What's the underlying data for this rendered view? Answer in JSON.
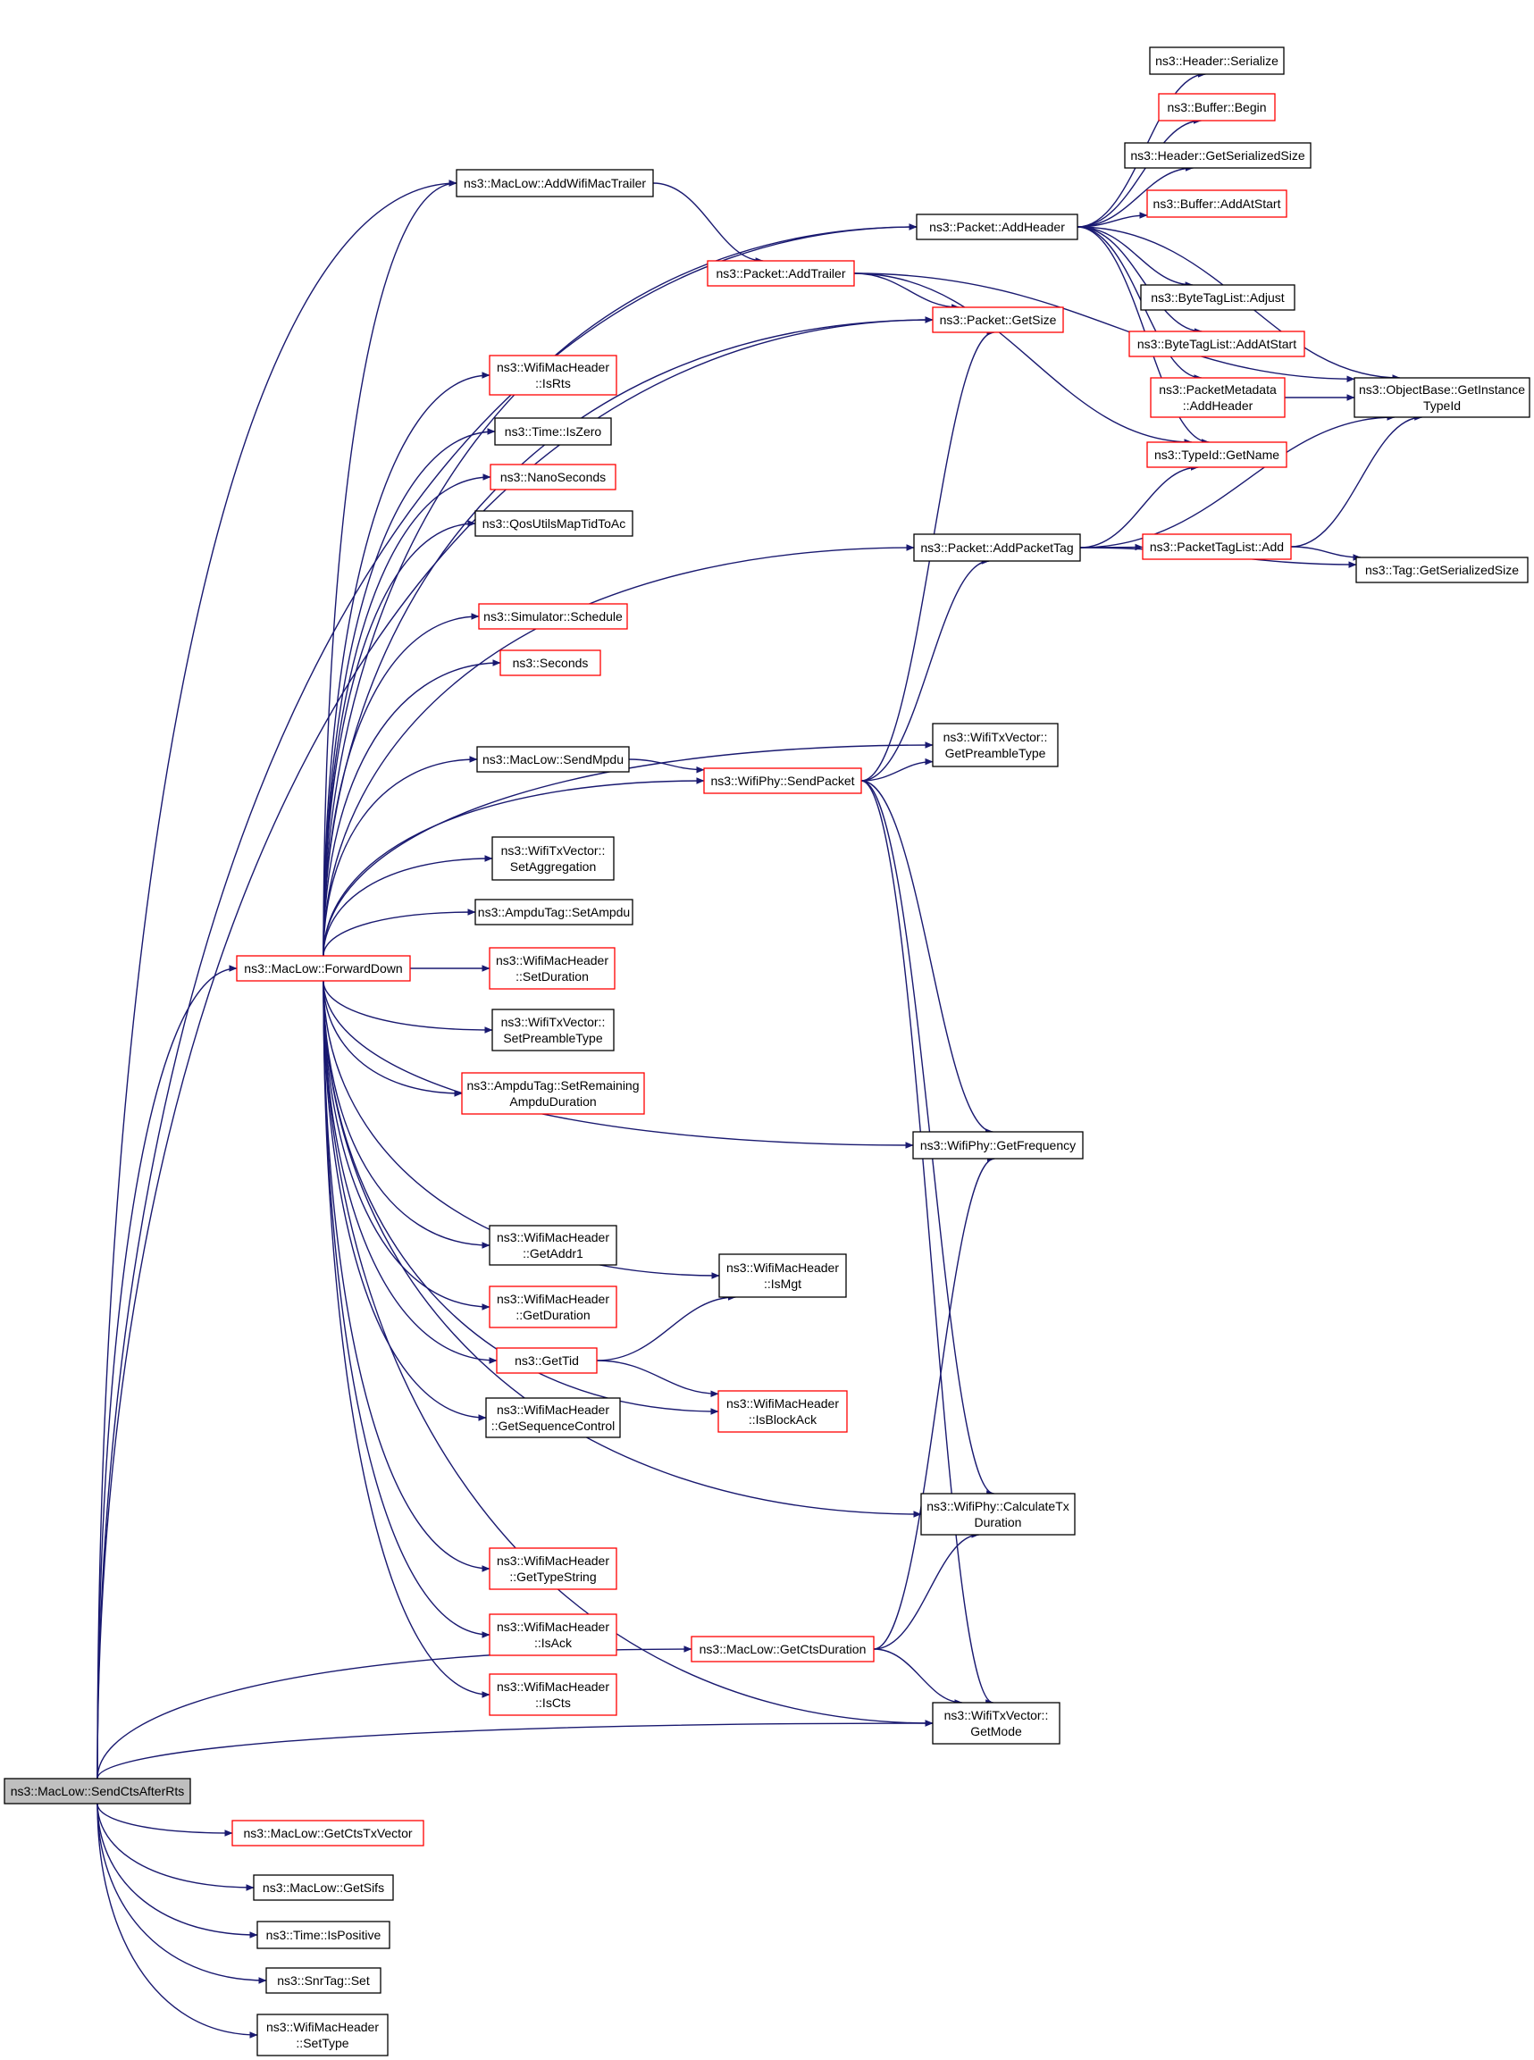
{
  "colors": {
    "edge": "#191970",
    "node_border": "#000000",
    "node_border_undocumented": "#ff0000",
    "root_fill": "#bfbfbf",
    "node_fill": "#ffffff"
  },
  "nodes": [
    {
      "id": "root",
      "lines": [
        "ns3::MacLow::SendCtsAfterRts"
      ],
      "style": "root"
    },
    {
      "id": "addwifimactrailer",
      "lines": [
        "ns3::MacLow::AddWifiMacTrailer"
      ],
      "style": "normal"
    },
    {
      "id": "packet_addheader",
      "lines": [
        "ns3::Packet::AddHeader"
      ],
      "style": "normal"
    },
    {
      "id": "packet_addtrailer",
      "lines": [
        "ns3::Packet::AddTrailer"
      ],
      "style": "red"
    },
    {
      "id": "packet_getsize",
      "lines": [
        "ns3::Packet::GetSize"
      ],
      "style": "red"
    },
    {
      "id": "header_serialize",
      "lines": [
        "ns3::Header::Serialize"
      ],
      "style": "normal"
    },
    {
      "id": "buffer_begin",
      "lines": [
        "ns3::Buffer::Begin"
      ],
      "style": "red"
    },
    {
      "id": "header_getserializedsize",
      "lines": [
        "ns3::Header::GetSerializedSize"
      ],
      "style": "normal"
    },
    {
      "id": "buffer_addatstart",
      "lines": [
        "ns3::Buffer::AddAtStart"
      ],
      "style": "red"
    },
    {
      "id": "bytetaglist_adjust",
      "lines": [
        "ns3::ByteTagList::Adjust"
      ],
      "style": "normal"
    },
    {
      "id": "bytetaglist_addatstart",
      "lines": [
        "ns3::ByteTagList::AddAtStart"
      ],
      "style": "red"
    },
    {
      "id": "packetmetadata_addheader",
      "lines": [
        "ns3::PacketMetadata",
        "::AddHeader"
      ],
      "style": "red"
    },
    {
      "id": "objectbase_getinstancetypeid",
      "lines": [
        "ns3::ObjectBase::GetInstance",
        "TypeId"
      ],
      "style": "normal"
    },
    {
      "id": "typeid_getname",
      "lines": [
        "ns3::TypeId::GetName"
      ],
      "style": "red"
    },
    {
      "id": "isrts",
      "lines": [
        "ns3::WifiMacHeader",
        "::IsRts"
      ],
      "style": "red"
    },
    {
      "id": "time_iszero",
      "lines": [
        "ns3::Time::IsZero"
      ],
      "style": "normal"
    },
    {
      "id": "nanoseconds",
      "lines": [
        "ns3::NanoSeconds"
      ],
      "style": "red"
    },
    {
      "id": "qosutilsmaptidtoac",
      "lines": [
        "ns3::QosUtilsMapTidToAc"
      ],
      "style": "normal"
    },
    {
      "id": "packet_addpackettag",
      "lines": [
        "ns3::Packet::AddPacketTag"
      ],
      "style": "normal"
    },
    {
      "id": "packettaglist_add",
      "lines": [
        "ns3::PacketTagList::Add"
      ],
      "style": "red"
    },
    {
      "id": "tag_getserializedsize",
      "lines": [
        "ns3::Tag::GetSerializedSize"
      ],
      "style": "normal"
    },
    {
      "id": "simulator_schedule",
      "lines": [
        "ns3::Simulator::Schedule"
      ],
      "style": "red"
    },
    {
      "id": "seconds",
      "lines": [
        "ns3::Seconds"
      ],
      "style": "red"
    },
    {
      "id": "sendmpdu",
      "lines": [
        "ns3::MacLow::SendMpdu"
      ],
      "style": "normal"
    },
    {
      "id": "wifiphy_sendpacket",
      "lines": [
        "ns3::WifiPhy::SendPacket"
      ],
      "style": "red"
    },
    {
      "id": "getpreambletype",
      "lines": [
        "ns3::WifiTxVector::",
        "GetPreambleType"
      ],
      "style": "normal"
    },
    {
      "id": "setaggregation",
      "lines": [
        "ns3::WifiTxVector::",
        "SetAggregation"
      ],
      "style": "normal"
    },
    {
      "id": "ampdutag_setampdu",
      "lines": [
        "ns3::AmpduTag::SetAmpdu"
      ],
      "style": "normal"
    },
    {
      "id": "forwarddown",
      "lines": [
        "ns3::MacLow::ForwardDown"
      ],
      "style": "red"
    },
    {
      "id": "setduration",
      "lines": [
        "ns3::WifiMacHeader",
        "::SetDuration"
      ],
      "style": "red"
    },
    {
      "id": "setpreambletype",
      "lines": [
        "ns3::WifiTxVector::",
        "SetPreambleType"
      ],
      "style": "normal"
    },
    {
      "id": "setremainingampduduration",
      "lines": [
        "ns3::AmpduTag::SetRemaining",
        "AmpduDuration"
      ],
      "style": "red"
    },
    {
      "id": "wifiphy_getfrequency",
      "lines": [
        "ns3::WifiPhy::GetFrequency"
      ],
      "style": "normal"
    },
    {
      "id": "getaddr1",
      "lines": [
        "ns3::WifiMacHeader",
        "::GetAddr1"
      ],
      "style": "normal"
    },
    {
      "id": "ismgt",
      "lines": [
        "ns3::WifiMacHeader",
        "::IsMgt"
      ],
      "style": "normal"
    },
    {
      "id": "getduration",
      "lines": [
        "ns3::WifiMacHeader",
        "::GetDuration"
      ],
      "style": "red"
    },
    {
      "id": "gettid",
      "lines": [
        "ns3::GetTid"
      ],
      "style": "red"
    },
    {
      "id": "isblockack",
      "lines": [
        "ns3::WifiMacHeader",
        "::IsBlockAck"
      ],
      "style": "red"
    },
    {
      "id": "getsequencecontrol",
      "lines": [
        "ns3::WifiMacHeader",
        "::GetSequenceControl"
      ],
      "style": "normal"
    },
    {
      "id": "calculatetxduration",
      "lines": [
        "ns3::WifiPhy::CalculateTx",
        "Duration"
      ],
      "style": "normal"
    },
    {
      "id": "gettypestring",
      "lines": [
        "ns3::WifiMacHeader",
        "::GetTypeString"
      ],
      "style": "red"
    },
    {
      "id": "isack",
      "lines": [
        "ns3::WifiMacHeader",
        "::IsAck"
      ],
      "style": "red"
    },
    {
      "id": "getctsduration",
      "lines": [
        "ns3::MacLow::GetCtsDuration"
      ],
      "style": "red"
    },
    {
      "id": "iscts",
      "lines": [
        "ns3::WifiMacHeader",
        "::IsCts"
      ],
      "style": "red"
    },
    {
      "id": "getmode",
      "lines": [
        "ns3::WifiTxVector::",
        "GetMode"
      ],
      "style": "normal"
    },
    {
      "id": "getctstxvector",
      "lines": [
        "ns3::MacLow::GetCtsTxVector"
      ],
      "style": "red"
    },
    {
      "id": "getsifs",
      "lines": [
        "ns3::MacLow::GetSifs"
      ],
      "style": "normal"
    },
    {
      "id": "time_ispositive",
      "lines": [
        "ns3::Time::IsPositive"
      ],
      "style": "normal"
    },
    {
      "id": "snrtag_set",
      "lines": [
        "ns3::SnrTag::Set"
      ],
      "style": "normal"
    },
    {
      "id": "settype",
      "lines": [
        "ns3::WifiMacHeader",
        "::SetType"
      ],
      "style": "normal"
    }
  ],
  "edges": [
    [
      "root",
      "addwifimactrailer"
    ],
    [
      "root",
      "packet_addheader"
    ],
    [
      "root",
      "packet_getsize"
    ],
    [
      "root",
      "forwarddown"
    ],
    [
      "root",
      "getctsduration"
    ],
    [
      "root",
      "getmode"
    ],
    [
      "root",
      "getctstxvector"
    ],
    [
      "root",
      "getsifs"
    ],
    [
      "root",
      "time_ispositive"
    ],
    [
      "root",
      "snrtag_set"
    ],
    [
      "root",
      "settype"
    ],
    [
      "addwifimactrailer",
      "packet_addtrailer"
    ],
    [
      "packet_addtrailer",
      "packet_getsize"
    ],
    [
      "packet_addtrailer",
      "typeid_getname"
    ],
    [
      "packet_addtrailer",
      "objectbase_getinstancetypeid"
    ],
    [
      "packet_addheader",
      "header_serialize"
    ],
    [
      "packet_addheader",
      "buffer_begin"
    ],
    [
      "packet_addheader",
      "header_getserializedsize"
    ],
    [
      "packet_addheader",
      "buffer_addatstart"
    ],
    [
      "packet_addheader",
      "bytetaglist_adjust"
    ],
    [
      "packet_addheader",
      "bytetaglist_addatstart"
    ],
    [
      "packet_addheader",
      "packetmetadata_addheader"
    ],
    [
      "packet_addheader",
      "typeid_getname"
    ],
    [
      "packet_addheader",
      "objectbase_getinstancetypeid"
    ],
    [
      "packetmetadata_addheader",
      "objectbase_getinstancetypeid"
    ],
    [
      "packet_addpackettag",
      "typeid_getname"
    ],
    [
      "packet_addpackettag",
      "objectbase_getinstancetypeid"
    ],
    [
      "packet_addpackettag",
      "packettaglist_add"
    ],
    [
      "packet_addpackettag",
      "tag_getserializedsize"
    ],
    [
      "packettaglist_add",
      "tag_getserializedsize"
    ],
    [
      "packettaglist_add",
      "objectbase_getinstancetypeid"
    ],
    [
      "sendmpdu",
      "wifiphy_sendpacket"
    ],
    [
      "wifiphy_sendpacket",
      "packet_getsize"
    ],
    [
      "wifiphy_sendpacket",
      "packet_addpackettag"
    ],
    [
      "wifiphy_sendpacket",
      "getpreambletype"
    ],
    [
      "wifiphy_sendpacket",
      "wifiphy_getfrequency"
    ],
    [
      "wifiphy_sendpacket",
      "calculatetxduration"
    ],
    [
      "wifiphy_sendpacket",
      "getmode"
    ],
    [
      "gettid",
      "ismgt"
    ],
    [
      "gettid",
      "isblockack"
    ],
    [
      "getctsduration",
      "wifiphy_getfrequency"
    ],
    [
      "getctsduration",
      "calculatetxduration"
    ],
    [
      "getctsduration",
      "getmode"
    ],
    [
      "forwarddown",
      "addwifimactrailer"
    ],
    [
      "forwarddown",
      "packet_addheader"
    ],
    [
      "forwarddown",
      "packet_getsize"
    ],
    [
      "forwarddown",
      "packet_addpackettag"
    ],
    [
      "forwarddown",
      "isrts"
    ],
    [
      "forwarddown",
      "time_iszero"
    ],
    [
      "forwarddown",
      "nanoseconds"
    ],
    [
      "forwarddown",
      "qosutilsmaptidtoac"
    ],
    [
      "forwarddown",
      "simulator_schedule"
    ],
    [
      "forwarddown",
      "seconds"
    ],
    [
      "forwarddown",
      "sendmpdu"
    ],
    [
      "forwarddown",
      "wifiphy_sendpacket"
    ],
    [
      "forwarddown",
      "getpreambletype"
    ],
    [
      "forwarddown",
      "setaggregation"
    ],
    [
      "forwarddown",
      "ampdutag_setampdu"
    ],
    [
      "forwarddown",
      "setduration"
    ],
    [
      "forwarddown",
      "setpreambletype"
    ],
    [
      "forwarddown",
      "setremainingampduduration"
    ],
    [
      "forwarddown",
      "wifiphy_getfrequency"
    ],
    [
      "forwarddown",
      "getaddr1"
    ],
    [
      "forwarddown",
      "ismgt"
    ],
    [
      "forwarddown",
      "getduration"
    ],
    [
      "forwarddown",
      "gettid"
    ],
    [
      "forwarddown",
      "getsequencecontrol"
    ],
    [
      "forwarddown",
      "isblockack"
    ],
    [
      "forwarddown",
      "calculatetxduration"
    ],
    [
      "forwarddown",
      "gettypestring"
    ],
    [
      "forwarddown",
      "isack"
    ],
    [
      "forwarddown",
      "iscts"
    ],
    [
      "forwarddown",
      "getmode"
    ]
  ]
}
